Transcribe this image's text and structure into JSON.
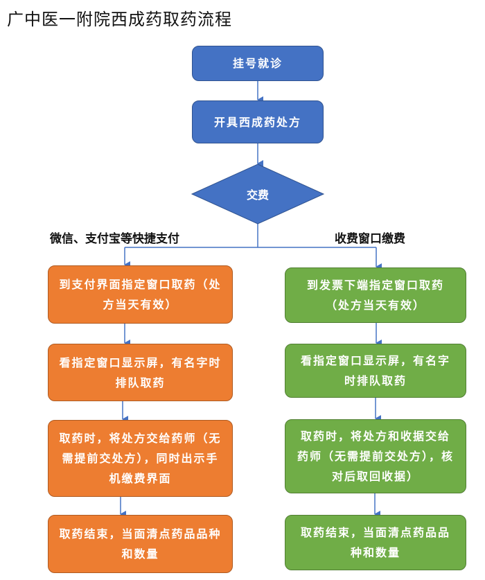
{
  "title": "广中医一附院西成药取药流程",
  "colors": {
    "blue": "#4472C4",
    "orange": "#ED7D31",
    "green": "#70AD47",
    "arrow": "#4472C4"
  },
  "main_flow": {
    "step1": "挂号就诊",
    "step2": "开具西成药处方",
    "decision": "交费"
  },
  "branches": {
    "left": {
      "label": "微信、支付宝等快捷支付",
      "steps": [
        "到支付界面指定窗口取药（处方当天有效）",
        "看指定窗口显示屏，有名字时排队取药",
        "取药时，将处方交给药师（无需提前交处方），同时出示手机缴费界面",
        "取药结束，当面清点药品品种和数量"
      ]
    },
    "right": {
      "label": "收费窗口缴费",
      "steps": [
        "到发票下端指定窗口取药（处方当天有效）",
        "看指定窗口显示屏，有名字时排队取药",
        "取药时，将处方和收据交给药师（无需提前交处方），核对后取回收据）",
        "取药结束，当面清点药品品种和数量"
      ]
    }
  }
}
